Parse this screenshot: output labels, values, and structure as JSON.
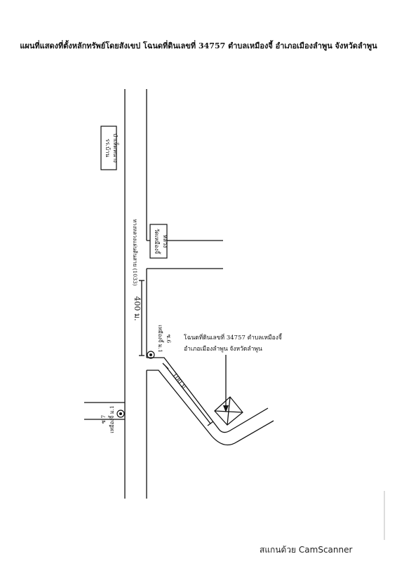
{
  "map": {
    "title": "แผนที่แสดงที่ตั้งหลักทรัพย์โดยสังเขป โฉนดที่ดินเลขที่ 34757 ตำบลเหมืองจี้ อำเภอเมืองลำพูน จังหวัดลำพูน",
    "highway_label": "ทางหลวงแผ่นดินสาย (1033)",
    "school_label": "รร.บ้าน\nป่าเห็ดหนาง",
    "temple_label": "วัดเหมืองจี้\nหลวง",
    "village6_label": "เหมืองจี้ ม.1\nซ.6",
    "village7_label": "เหมืองจี้ ม.1\nซ.7",
    "dist_400": "400 ม.",
    "dist_100": "100 ม.",
    "property_line1": "โฉนดที่ดินเลขที่ 34757 ตำบลเหมืองจี้",
    "property_line2": "อำเภอเมืองลำพูน จังหวัดลำพูน",
    "footer": "สแกนด้วย CamScanner"
  }
}
